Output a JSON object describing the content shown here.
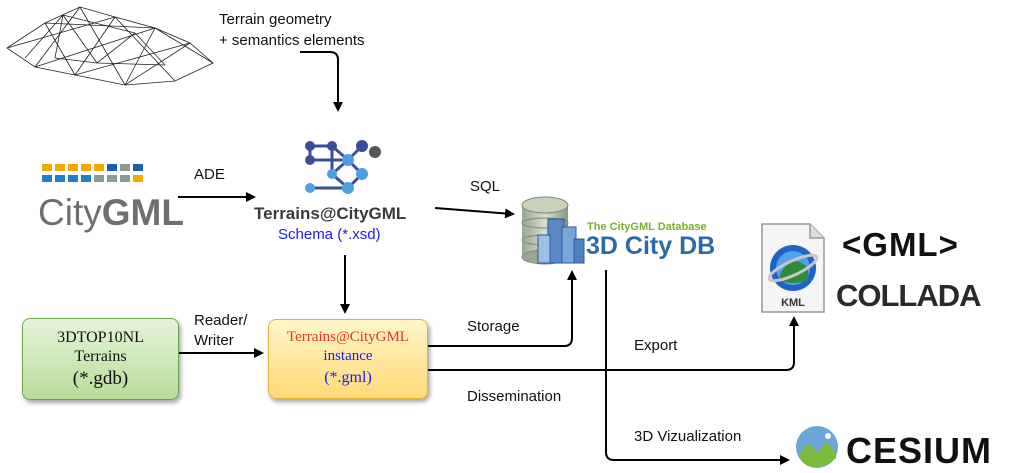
{
  "labels": {
    "terrain_line1": "Terrain geometry",
    "terrain_line2": "+ semantics elements",
    "ade": "ADE",
    "sql": "SQL",
    "reader_line1": "Reader/",
    "reader_line2": "Writer",
    "storage": "Storage",
    "export": "Export",
    "dissemination": "Dissemination",
    "viz": "3D Vizualization"
  },
  "citygml_logo": {
    "text_light": "City",
    "text_bold": "GML"
  },
  "schema_node": {
    "title": "Terrains@CityGML",
    "subtitle": "Schema (*.xsd)"
  },
  "source_box": {
    "line1": "3DTOP10NL",
    "line2": "Terrains",
    "line3": "(*.gdb)"
  },
  "instance_box": {
    "line1": "Terrains@CityGML",
    "line2": "instance",
    "line3": "(*.gml)"
  },
  "citydb_logo": {
    "small": "The CityGML Database",
    "large": "3D City DB"
  },
  "kml_label": "KML",
  "gml_logo": "<GML>",
  "collada_logo": "COLLADA",
  "cesium_logo": "CESIUM",
  "colors": {
    "schema_subtitle": "#1a1aff",
    "instance_title": "#e8322a",
    "instance_text": "#1a1aff",
    "citydb_text": "#2b6aa8",
    "citydb_small": "#7cae2a"
  }
}
